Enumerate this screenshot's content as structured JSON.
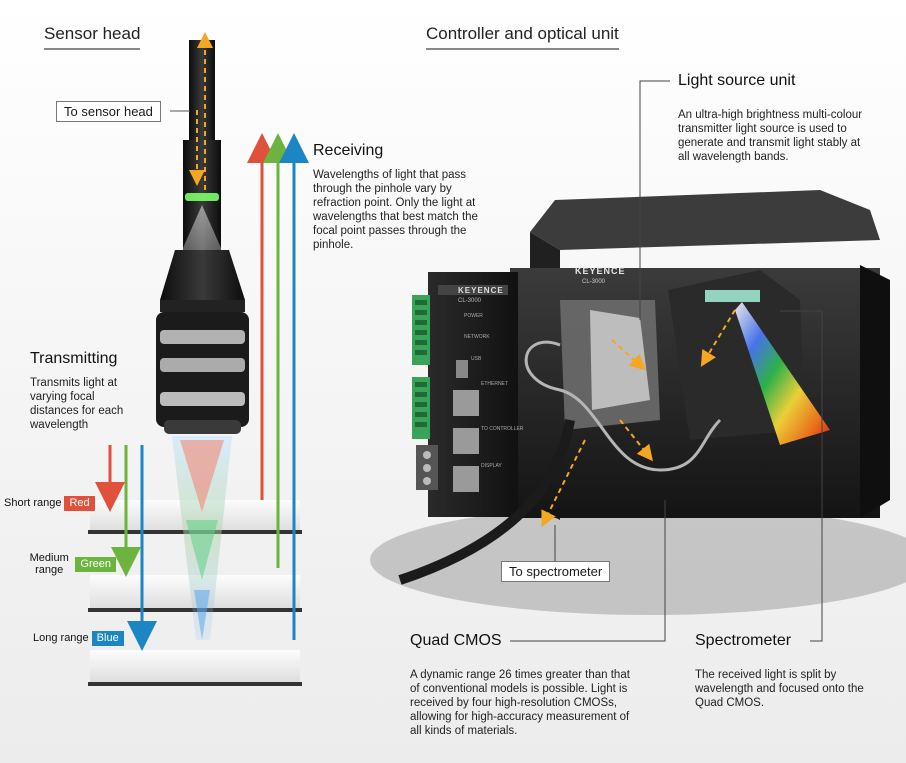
{
  "sections": {
    "sensor_head": "Sensor head",
    "controller": "Controller and optical unit"
  },
  "callouts": {
    "to_sensor_head": "To sensor head",
    "to_spectrometer": "To spectrometer"
  },
  "receiving": {
    "title": "Receiving",
    "text": "Wavelengths of light that pass through the pinhole vary by refraction point. Only the light at wavelengths that best match the focal point passes through the pinhole."
  },
  "transmitting": {
    "title": "Transmitting",
    "text": "Transmits light at varying focal distances for each wavelength"
  },
  "ranges": [
    {
      "label": "Short range",
      "badge": "Red",
      "color": "#e0503a"
    },
    {
      "label": "Medium range",
      "badge": "Green",
      "color": "#6db33f"
    },
    {
      "label": "Long range",
      "badge": "Blue",
      "color": "#1c86c4"
    }
  ],
  "light_source": {
    "title": "Light source unit",
    "text": "An ultra-high brightness multi-colour transmitter light source is used to generate and transmit light stably at all wavelength bands."
  },
  "quad_cmos": {
    "title": "Quad CMOS",
    "text": "A dynamic range 26 times greater than that of conventional models is possible. Light is received by four high-resolution CMOSs, allowing for high-accuracy measurement of all kinds of materials."
  },
  "spectrometer": {
    "title": "Spectrometer",
    "text": "The received light is split by wavelength and focused onto the Quad CMOS."
  },
  "device": {
    "brand": "KEYENCE",
    "model": "CL-3000",
    "ports": [
      "POWER",
      "NETWORK",
      "USB",
      "ETHERNET",
      "TO CONTROLLER",
      "DISPLAY"
    ]
  },
  "colors": {
    "red": "#e0503a",
    "green": "#6db33f",
    "blue": "#1c86c4",
    "orange": "#f5a623"
  }
}
